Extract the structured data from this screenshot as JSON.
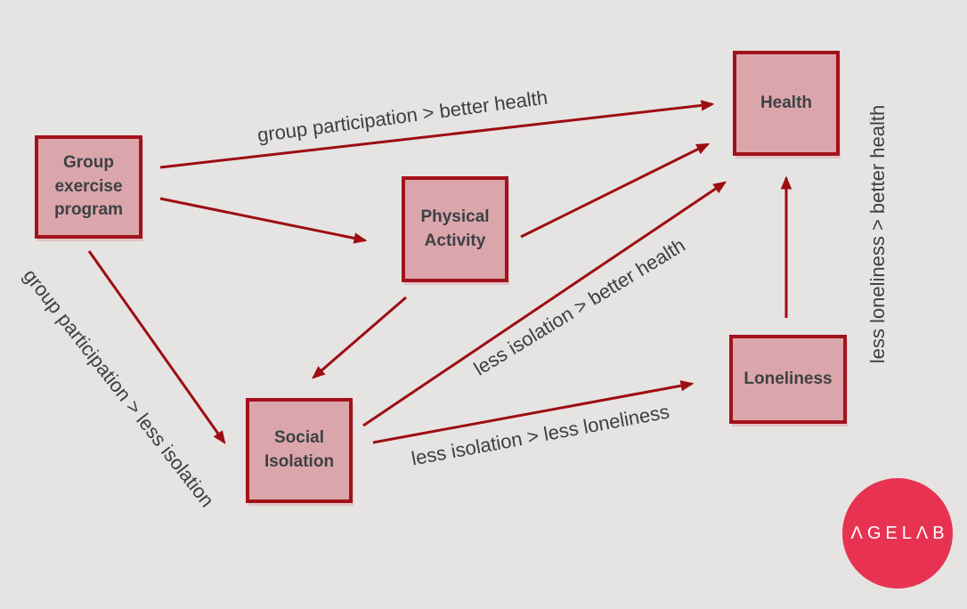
{
  "diagram": {
    "title": "Group exercise program causal pathway diagram",
    "colors": {
      "background": "#e5e4e3",
      "node_fill": "#dba6ab",
      "node_border": "#a2121b",
      "arrow": "#9e0d12",
      "label_text": "#3c4043",
      "logo_circle": "#e73351",
      "logo_text": "#ffffff"
    },
    "nodes": [
      {
        "id": "group-exercise-program",
        "label": "Group exercise program"
      },
      {
        "id": "physical-activity",
        "label": "Physical Activity"
      },
      {
        "id": "health",
        "label": "Health"
      },
      {
        "id": "social-isolation",
        "label": "Social Isolation"
      },
      {
        "id": "loneliness",
        "label": "Loneliness"
      }
    ],
    "edges": [
      {
        "from": "group-exercise-program",
        "to": "health",
        "label": "group participation > better health"
      },
      {
        "from": "group-exercise-program",
        "to": "physical-activity",
        "label": ""
      },
      {
        "from": "group-exercise-program",
        "to": "social-isolation",
        "label": "group participation > less isolation"
      },
      {
        "from": "physical-activity",
        "to": "social-isolation",
        "label": ""
      },
      {
        "from": "physical-activity",
        "to": "health",
        "label": ""
      },
      {
        "from": "social-isolation",
        "to": "health",
        "label": "less isolation > better health"
      },
      {
        "from": "social-isolation",
        "to": "loneliness",
        "label": "less isolation > less loneliness"
      },
      {
        "from": "loneliness",
        "to": "health",
        "label": "less loneliness > better health"
      }
    ],
    "logo": {
      "label": "AGELAB",
      "display": "ΛGELΛB"
    }
  }
}
